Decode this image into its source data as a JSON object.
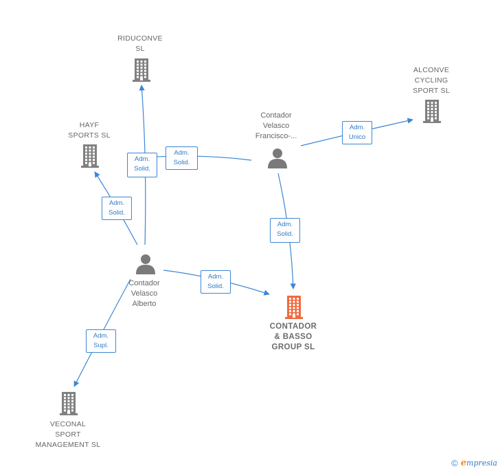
{
  "nodes": {
    "riduconve": {
      "type": "company",
      "lines": [
        "RIDUCONVE",
        "SL"
      ]
    },
    "hayf": {
      "type": "company",
      "lines": [
        "HAYF",
        "SPORTS SL"
      ]
    },
    "alconve": {
      "type": "company",
      "lines": [
        "ALCONVE",
        "CYCLING",
        "SPORT SL"
      ]
    },
    "contador_basso": {
      "type": "company",
      "lines": [
        "CONTADOR",
        "& BASSO",
        "GROUP  SL"
      ],
      "highlight": true
    },
    "veconal": {
      "type": "company",
      "lines": [
        "VECONAL",
        "SPORT",
        "MANAGEMENT SL"
      ]
    },
    "contador_francisco": {
      "type": "person",
      "lines": [
        "Contador",
        "Velasco",
        "Francisco-..."
      ]
    },
    "contador_alberto": {
      "type": "person",
      "lines": [
        "Contador",
        "Velasco",
        "Alberto"
      ]
    }
  },
  "edges": [
    {
      "from": "contador_francisco",
      "to": "alconve",
      "label": [
        "Adm.",
        "Unico"
      ]
    },
    {
      "from": "contador_francisco",
      "to": "hayf",
      "label": [
        "Adm.",
        "Solid."
      ]
    },
    {
      "from": "contador_francisco",
      "to": "contador_basso",
      "label": [
        "Adm.",
        "Solid."
      ]
    },
    {
      "from": "contador_alberto",
      "to": "riduconve",
      "label": [
        "Adm.",
        "Solid."
      ]
    },
    {
      "from": "contador_alberto",
      "to": "hayf",
      "label": [
        "Adm.",
        "Solid."
      ]
    },
    {
      "from": "contador_alberto",
      "to": "contador_basso",
      "label": [
        "Adm.",
        "Solid."
      ]
    },
    {
      "from": "contador_alberto",
      "to": "veconal",
      "label": [
        "Adm.",
        "Supl."
      ]
    }
  ],
  "colors": {
    "edge": "#3b86d4",
    "company_icon": "#808080",
    "highlight_icon": "#f26a3d",
    "person_icon": "#7a7a7a"
  },
  "footer": {
    "copyright_symbol": "©",
    "brand_initial": "e",
    "brand_rest": "mpresia"
  }
}
